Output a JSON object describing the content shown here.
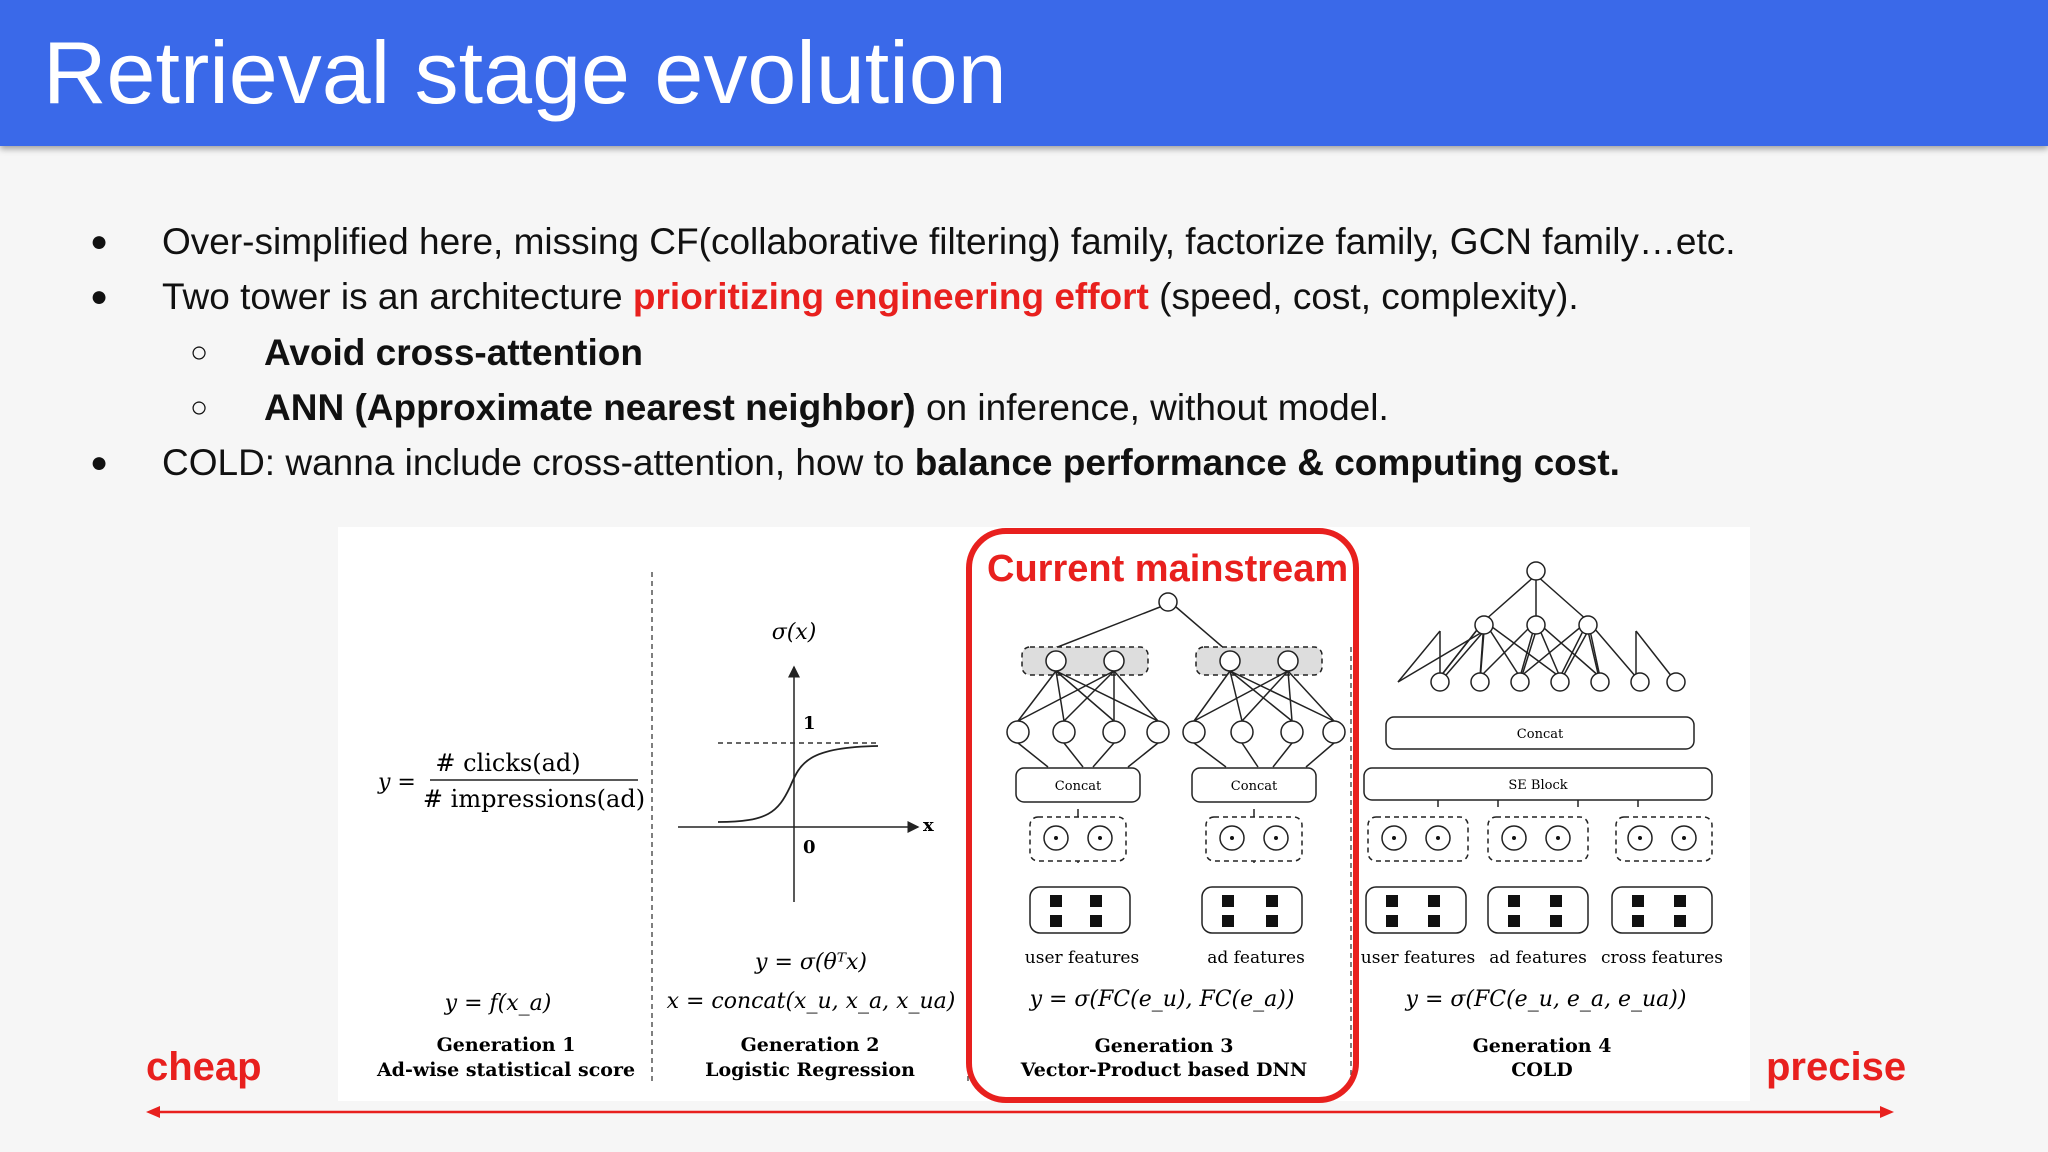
{
  "slide": {
    "title": "Retrieval stage evolution",
    "bullets": {
      "b1": "Over-simplified here, missing CF(collaborative filtering) family, factorize family, GCN family…etc.",
      "b2_pre": "Two tower is an architecture ",
      "b2_red": "prioritizing engineering effort",
      "b2_post": " (speed, cost, complexity).",
      "s1": "Avoid cross-attention",
      "s2_bold": "ANN (Approximate nearest neighbor)",
      "s2_post": " on inference, without model.",
      "b3_pre": "COLD: wanna include cross-attention, how to ",
      "b3_bold": "balance performance & computing cost."
    },
    "markers": {
      "bullet": "●",
      "sub": "○"
    },
    "highlight_label": "Current mainstream",
    "cheap": "cheap",
    "precise": "precise"
  },
  "diagram": {
    "gen1": {
      "eq": "y = f(x_a)",
      "name": "Generation 1",
      "desc": "Ad-wise  statistical score",
      "y": "y =",
      "num": "# clicks(ad)",
      "den": "# impressions(ad)"
    },
    "gen2": {
      "sigma": "σ(x)",
      "one": "1",
      "zero": "0",
      "x": "x",
      "eq1": "y = σ(θᵀx)",
      "eq2": "x = concat(x_u, x_a, x_ua)",
      "name": "Generation 2",
      "desc": "Logistic Regression"
    },
    "gen3": {
      "concat1": "Concat",
      "concat2": "Concat",
      "user": "user features",
      "ad": "ad features",
      "eq": "y = σ(FC(e_u), FC(e_a))",
      "name": "Generation 3",
      "desc": "Vector-Product based DNN"
    },
    "gen4": {
      "concat": "Concat",
      "se": "SE Block",
      "user": "user features",
      "ad": "ad features",
      "cross": "cross features",
      "eq": "y = σ(FC(e_u, e_a, e_ua))",
      "name": "Generation 4",
      "desc": "COLD"
    }
  },
  "colors": {
    "banner": "#3a69e9",
    "accent": "#e8201e"
  }
}
